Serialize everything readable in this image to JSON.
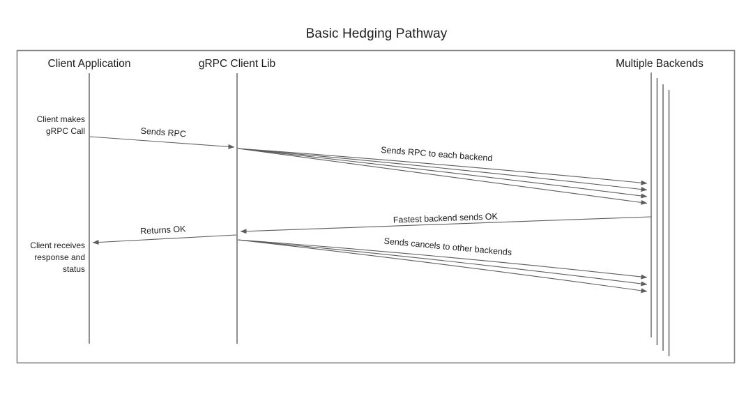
{
  "title": "Basic Hedging Pathway",
  "frame": {
    "color": "#808080"
  },
  "colors": {
    "line": "#5c5c5c",
    "lifeline": "#7a7a7a",
    "text": "#1d1d1d",
    "background": "#ffffff"
  },
  "participants": [
    {
      "id": "client",
      "label": "Client Application"
    },
    {
      "id": "grpc",
      "label": "gRPC Client Lib"
    },
    {
      "id": "backends",
      "label": "Multiple Backends"
    }
  ],
  "notes": [
    {
      "id": "note-call",
      "lines": [
        "Client makes",
        "gRPC Call"
      ]
    },
    {
      "id": "note-response",
      "lines": [
        "Client receives",
        "response and",
        "status"
      ]
    }
  ],
  "messages": [
    {
      "id": "sends-rpc",
      "label": "Sends RPC",
      "from": "client",
      "to": "grpc",
      "direction": "right",
      "count": 1
    },
    {
      "id": "sends-rpc-each-backend",
      "label": "Sends RPC to each backend",
      "from": "grpc",
      "to": "backends",
      "direction": "right",
      "count": 4
    },
    {
      "id": "fastest-backend-ok",
      "label": "Fastest backend sends OK",
      "from": "backends",
      "to": "grpc",
      "direction": "left",
      "count": 1
    },
    {
      "id": "returns-ok",
      "label": "Returns OK",
      "from": "grpc",
      "to": "client",
      "direction": "left",
      "count": 1
    },
    {
      "id": "sends-cancels",
      "label": "Sends cancels to other backends",
      "from": "grpc",
      "to": "backends",
      "direction": "right",
      "count": 3
    }
  ]
}
